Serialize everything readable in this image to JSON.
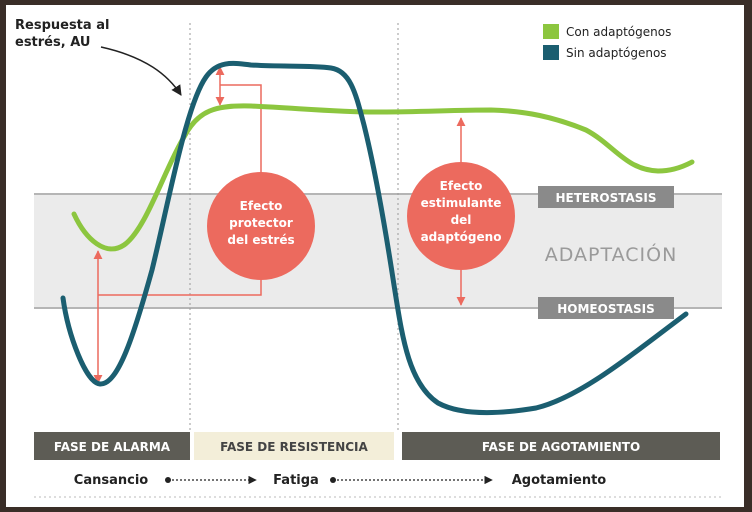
{
  "annotation": {
    "line1": "Respuesta al",
    "line2": "estrés, AU"
  },
  "legend": {
    "with": {
      "label": "Con adaptógenos",
      "color": "#8cc63f"
    },
    "without": {
      "label": "Sin adaptógenos",
      "color": "#1b5e70"
    }
  },
  "band": {
    "label": "ADAPTACIÓN",
    "top_label": "HETEROSTASIS",
    "bottom_label": "HOMEOSTASIS"
  },
  "bubbles": {
    "protective": {
      "line1": "Efecto",
      "line2": "protector",
      "line3": "del estrés"
    },
    "stimulating": {
      "line1": "Efecto",
      "line2": "estimulante",
      "line3": "del",
      "line4": "adaptógeno"
    }
  },
  "phases": {
    "alarm": "FASE DE ALARMA",
    "resistance": "FASE DE RESISTENCIA",
    "exhaustion": "FASE DE AGOTAMIENTO"
  },
  "progression": {
    "step1": "Cansancio",
    "step2": "Fatiga",
    "step3": "Agotamiento"
  },
  "colors": {
    "accent_red": "#ec6a5e",
    "band_fill": "#ebebeb",
    "label_box": "#8a8a8a",
    "phase_dark": "#5d5c55",
    "phase_light": "#f3eed9"
  }
}
